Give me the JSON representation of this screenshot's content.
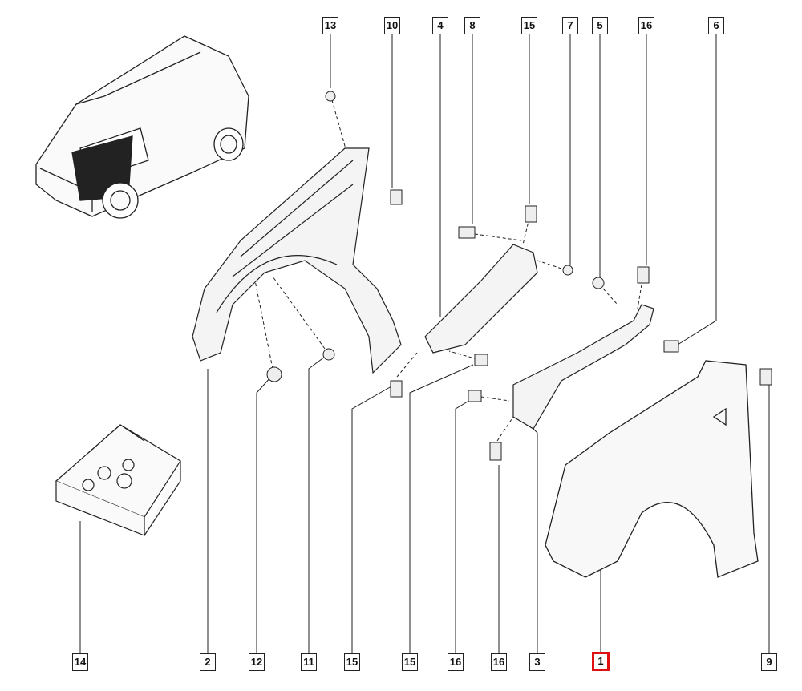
{
  "top_labels": [
    "13",
    "10",
    "4",
    "8",
    "15",
    "7",
    "5",
    "16",
    "6"
  ],
  "bottom_labels": [
    "14",
    "2",
    "12",
    "11",
    "15",
    "15",
    "16",
    "16",
    "3",
    "1",
    "9"
  ],
  "selected_label": "1",
  "colors": {
    "line": "#222222",
    "selected": "#e01010",
    "part_fill": "#f4f4f4"
  }
}
